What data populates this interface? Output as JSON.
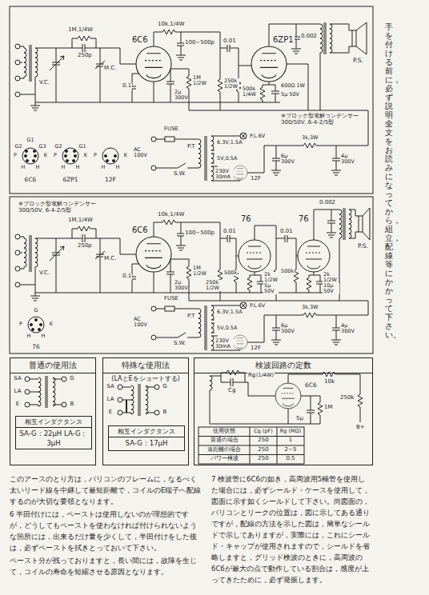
{
  "diagram": {
    "nodes": [
      {
        "text": [
          "普通の使用法"
        ]
      },
      {
        "text": [
          "相互インダクタンス",
          "SA-G：22μH LA-G：3μH"
        ],
        "in": 0
      },
      {
        "text": [
          "特殊な使用法",
          "(LAとEをショートする)"
        ]
      },
      {
        "text": [
          "相互インダクタンス",
          "SA-G：17μH"
        ],
        "in": 2
      },
      {
        "text": [
          "検波回路の定数"
        ]
      }
    ],
    "labels": [
      "6C6",
      "6ZP1",
      "1M,1/4W",
      "250p",
      "M.C.",
      "V.C.",
      "10k,1/4W",
      "100~500p",
      "0.1",
      "1M 1/2W",
      "250k 1/2W",
      "2μ 300V",
      "0.01",
      "500k 1/4W",
      "600Ω 1W",
      "5μ 50V",
      "0.002",
      "P.S.",
      "※ブロック型電解コンデンサー 300/50V, 6-4-2/5型",
      "P.L.6V",
      "P.T",
      "6.3V,1.5A",
      "5V,0.5A",
      "230V 30mA",
      "FUSE",
      "AC 100V",
      "S.W.",
      "12F",
      "3k,3W",
      "6μ 300V",
      "4μ 300V",
      "G1",
      "G2",
      "G3",
      "P",
      "K",
      "H",
      "H",
      "G2",
      "G1",
      "P",
      "K",
      "H",
      "H",
      "P",
      "K",
      "H",
      "H",
      "6C6",
      "6ZP1",
      "12F",
      "6C6",
      "76",
      "76",
      "1M,1/4W",
      "250p",
      "M.C.",
      "V.C.",
      "10k,1/4W",
      "100~500p",
      "0.1",
      "250k 1/2W",
      "1M 1/2W",
      "2μ 300V",
      "0.01",
      "500k",
      "2k 1/2W",
      "5μ 50V",
      "0.01",
      "500k",
      "2k 1/2W",
      "10μ 50V",
      "0.002",
      "P.S.",
      "※ブロック型電解コンデンサー 300/50V, 6-4-2/5型",
      "P",
      "G",
      "K",
      "H",
      "H",
      "76",
      "P.L.6V",
      "P.T",
      "6.3V,1.5A",
      "5V,0.5A",
      "230V 30mA",
      "FUSE",
      "AC 100V",
      "S.W.",
      "12F",
      "3k,3W",
      "6μ 300V",
      "4μ 300V",
      "SA",
      "LA",
      "E",
      "G",
      "B",
      "SA",
      "LA",
      "E",
      "G",
      "B",
      "6C6",
      "Cg",
      "Rg",
      "(1/4W)",
      "10k",
      "1M",
      "5μ",
      "250k",
      "B+",
      "使用状態",
      "Cg (pF)",
      "Rg (MΩ)",
      "普通の場合",
      "250",
      "1",
      "遠距離の場合",
      "250",
      "2~5",
      "パワー検波",
      "250",
      "0.5",
      "このアースのとり方は，バリコンのフレームに，なるべく太いリード線を中継して最短距離で，コイルのE端子へ配線するのが大切な要領となります。",
      "6 半田付けには，ペーストは使用しないのが理想的ですが，どうしてもペーストを使わなければ付けられないような箇所には，出来るだけ量を少くして，半田付けをした後は，必ずペーストを拭きとっておいて下さい。",
      "ペースト分が残っておりますと，長い間には，故障を生じて，コイルの寿命を短縮させる原因となります。",
      "7 検波管に6C6の如き，高周波用5極管を使用した場合には，必ずシールド・ケースを使用して，図面に示す如くシールドして下さい。尚図面の，バリコンとリークの位置は，図に示してある通りですが，配線の方法を示した図は，簡単なシールドで示してありますが，実際には，これにシールド・キャップが使用されますので，シールドを省略しますと，グリッド検波のときに，高周波の6C6が最大の点で動作している割合は，感度が上ってきたために，必ず発振します。",
      "手を付ける前に，必ず説明全文をお読みになってから，組立，配線等にかかって下さい。"
    ]
  }
}
